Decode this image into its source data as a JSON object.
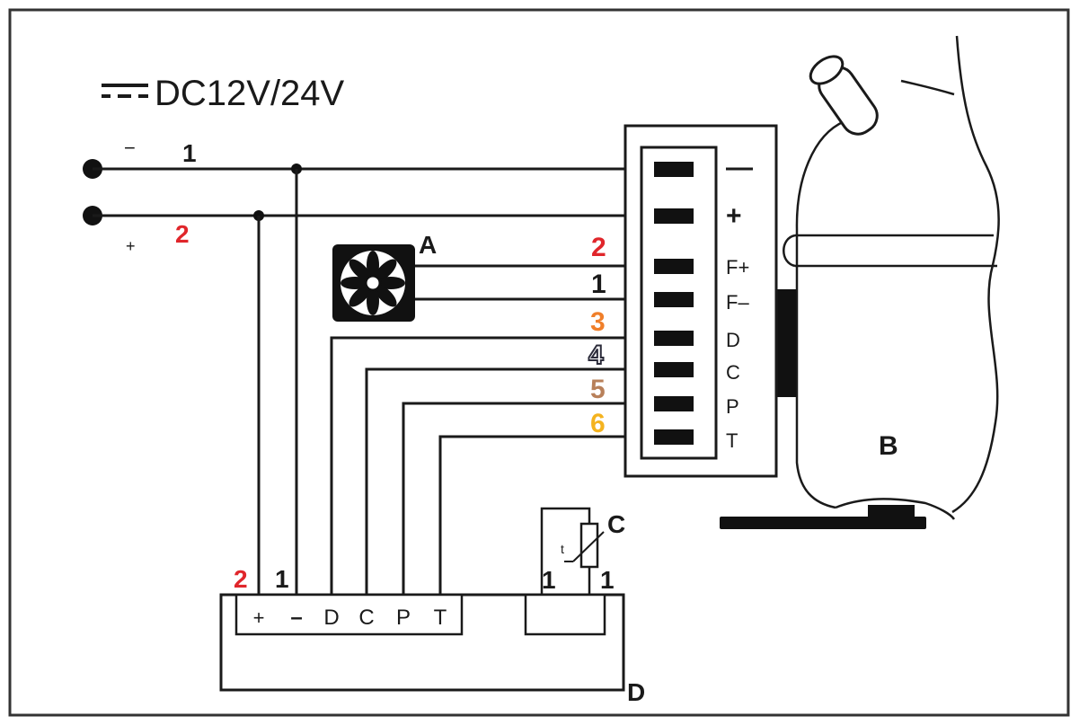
{
  "supply": {
    "label": "DC12V/24V",
    "minus_sign": "−",
    "plus_sign": "+"
  },
  "wire_numbers": {
    "supply_minus": "1",
    "supply_plus": "2",
    "fan_plus": "2",
    "fan_minus": "1",
    "d": "3",
    "c": "4",
    "p": "5",
    "t": "6",
    "ctrl_plus": "2",
    "ctrl_minus": "1",
    "sensor_left": "1",
    "sensor_right": "1"
  },
  "terminals": {
    "minus": "—",
    "plus": "+",
    "fplus": "F+",
    "fminus": "F–",
    "d": "D",
    "c": "C",
    "p": "P",
    "t": "T"
  },
  "controller_terminals": [
    "+",
    "–",
    "D",
    "C",
    "P",
    "T"
  ],
  "component_labels": {
    "fan": "A",
    "compressor": "B",
    "sensor": "C",
    "controller": "D",
    "sensor_t": "t"
  },
  "colors": {
    "red": "#e0262b",
    "black": "#1a1a1a",
    "orange": "#f07f2a",
    "grey_outline": "#2b2b3a",
    "brown": "#b8805a",
    "yellow": "#f4b31f"
  }
}
